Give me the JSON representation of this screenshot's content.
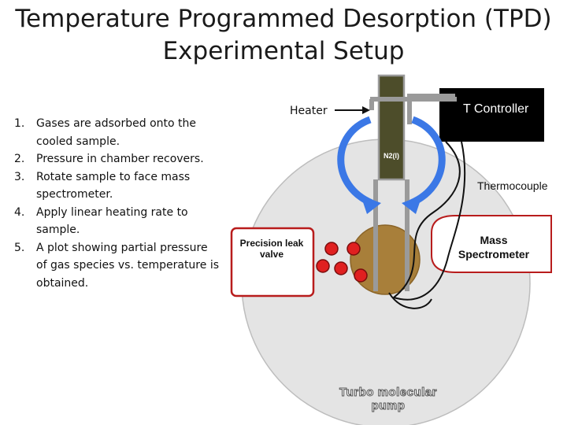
{
  "title": {
    "line1": "Temperature Programmed Desorption (TPD)",
    "line2": "Experimental Setup"
  },
  "steps": [
    {
      "num": "1.",
      "text": "Gases are adsorbed onto the cooled sample."
    },
    {
      "num": "2.",
      "text": "Pressure in chamber recovers."
    },
    {
      "num": "3.",
      "text": "Rotate sample to face mass spectrometer."
    },
    {
      "num": "4.",
      "text": "Apply linear heating rate to sample."
    },
    {
      "num": "5.",
      "text": "A plot showing partial pressure of gas species vs. temperature is obtained."
    }
  ],
  "labels": {
    "heater": "Heater",
    "t_controller": "T Controller",
    "thermocouple": "Thermocouple",
    "mass_spectrometer": "Mass Spectrometer",
    "leak_valve": "Precision leak valve",
    "n2": "N2(l)",
    "pump": "Turbo molecular pump"
  },
  "colors": {
    "chamber": "#e4e4e4",
    "sample": "#a87f3a",
    "arrow": "#3b78e6",
    "gas": "#e02020",
    "rod": "#4d4d2a",
    "valve_border": "#b81c1c",
    "controller": "#000000"
  }
}
